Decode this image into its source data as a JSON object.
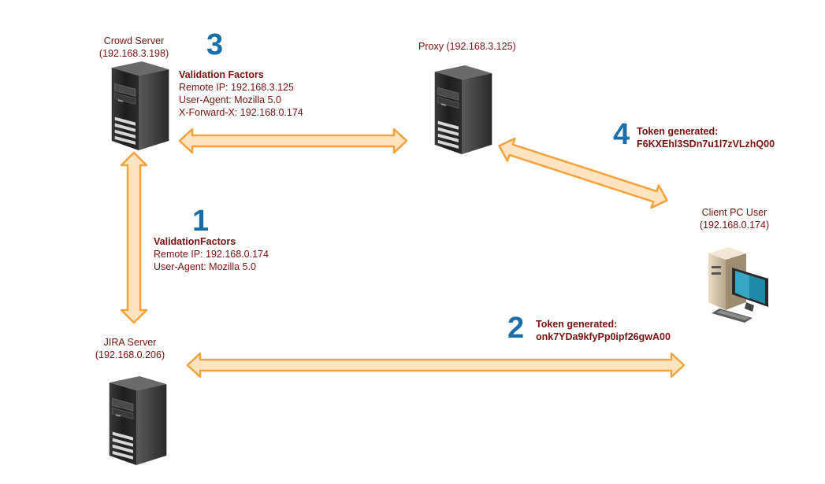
{
  "nodes": {
    "crowd": {
      "name": "Crowd Server",
      "ip": "(192.168.3.198)",
      "icon": "server-tower-icon"
    },
    "proxy": {
      "label": "Proxy (192.168.3.125)",
      "icon": "server-tower-icon"
    },
    "jira": {
      "name": "JIRA Server",
      "ip": "(192.168.0.206)",
      "icon": "server-tower-icon"
    },
    "client": {
      "name": "Client PC User",
      "ip": "(192.168.0.174)",
      "icon": "desktop-pc-icon"
    }
  },
  "steps": {
    "s1": {
      "number": "1",
      "title": "ValidationFactors",
      "lines": [
        "Remote IP: 192.168.0.174",
        "User-Agent: Mozilla 5.0"
      ]
    },
    "s2": {
      "number": "2",
      "title": "Token generated:",
      "token": "onk7YDa9kfyPp0ipf26gwA00"
    },
    "s3": {
      "number": "3",
      "title": "Validation Factors",
      "lines": [
        "Remote IP: 192.168.3.125",
        "User-Agent: Mozilla 5.0",
        "X-Forward-X: 192.168.0.174"
      ]
    },
    "s4": {
      "number": "4",
      "title": "Token generated:",
      "token": "F6KXEhl3SDn7u1l7zVLzhQ00"
    }
  },
  "colors": {
    "text": "#7a1010",
    "step_number": "#1a6ea8",
    "arrow_fill": "#fde3bf",
    "arrow_stroke": "#f3a23c"
  }
}
